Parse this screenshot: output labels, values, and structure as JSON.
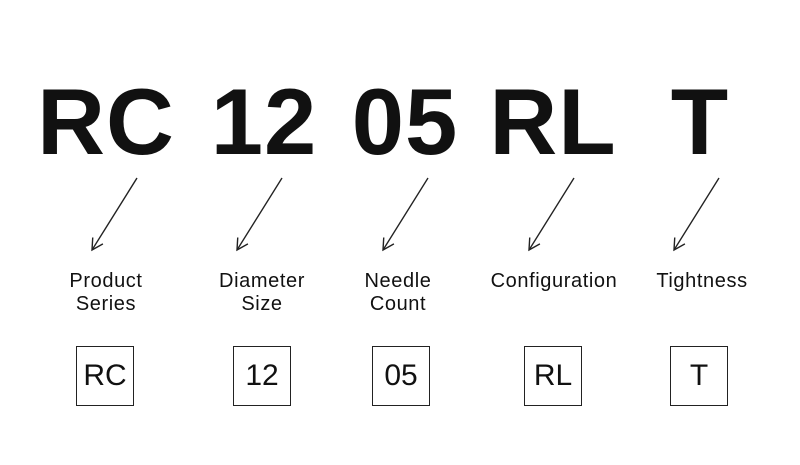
{
  "segments": [
    {
      "code": "RC",
      "label": "Product\nSeries",
      "box": "RC"
    },
    {
      "code": "12",
      "label": "Diameter\nSize",
      "box": "12"
    },
    {
      "code": "05",
      "label": "Needle\nCount",
      "box": "05"
    },
    {
      "code": "RL",
      "label": "Configuration",
      "box": "RL"
    },
    {
      "code": "T",
      "label": "Tightness",
      "box": "T"
    }
  ]
}
